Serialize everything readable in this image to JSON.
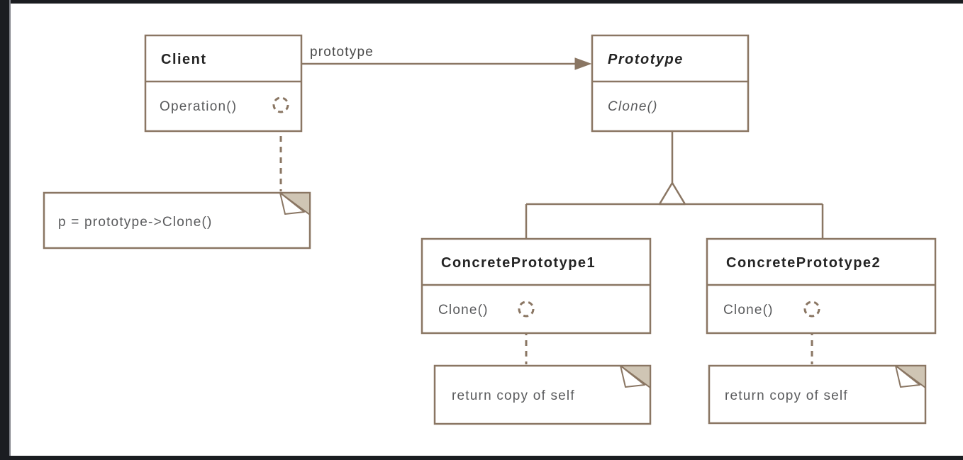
{
  "diagram": {
    "kind": "uml-class-diagram",
    "pattern_name": "Prototype",
    "classes": {
      "client": {
        "name": "Client",
        "methods": [
          "Operation()"
        ]
      },
      "prototype": {
        "name": "Prototype",
        "methods": [
          "Clone()"
        ],
        "abstract": true
      },
      "concrete1": {
        "name": "ConcretePrototype1",
        "methods": [
          "Clone()"
        ]
      },
      "concrete2": {
        "name": "ConcretePrototype2",
        "methods": [
          "Clone()"
        ]
      }
    },
    "association": {
      "label": "prototype",
      "from": "Client",
      "to": "Prototype"
    },
    "inheritance": {
      "parent": "Prototype",
      "children": [
        "ConcretePrototype1",
        "ConcretePrototype2"
      ]
    },
    "notes": {
      "client_note": {
        "text": "p = prototype->Clone()",
        "attached_to": "Operation()"
      },
      "concrete1_note": {
        "text": "return copy of self",
        "attached_to": "Clone()"
      },
      "concrete2_note": {
        "text": "return copy of self",
        "attached_to": "Clone()"
      }
    },
    "icons": {
      "note_anchor": "dashed-circle",
      "association_end": "filled-triangle-arrowhead",
      "inheritance_end": "hollow-triangle"
    },
    "colors": {
      "stroke": "#8a7663",
      "note_fold": "#cfc5b4",
      "title_text": "#242424",
      "method_text": "#595a5c",
      "label_text": "#4a4a4a",
      "canvas": "#ffffff",
      "frame": "#1b1d21"
    }
  }
}
